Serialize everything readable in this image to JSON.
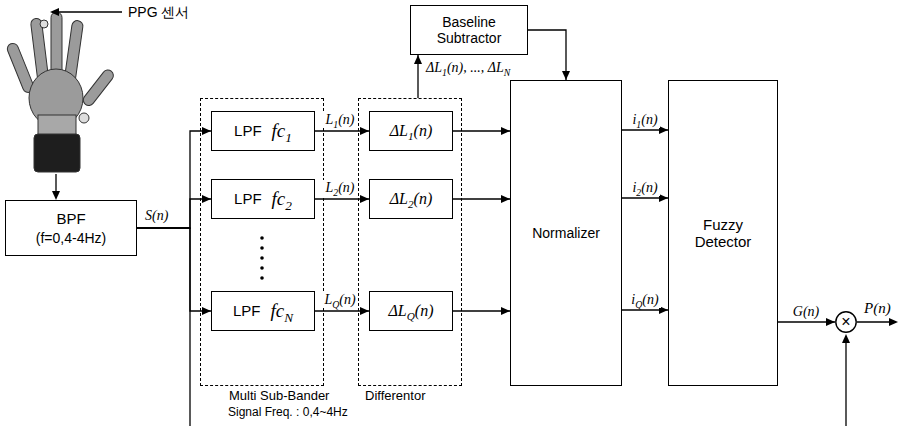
{
  "diagram": {
    "nodes": [
      {
        "text": [
          "BPF",
          "(f=0,4-4Hz)"
        ]
      },
      {
        "text": [
          "Multi Sub-Bander"
        ]
      },
      {
        "text": [
          "LPF",
          "fc1"
        ],
        "in": 1
      },
      {
        "text": [
          "LPF",
          "fc2"
        ],
        "in": 1
      },
      {
        "text": [
          "LPF",
          "fcN"
        ],
        "in": 1
      },
      {
        "text": [
          "Baseline Subtractor"
        ]
      },
      {
        "text": [
          "Differentor"
        ]
      },
      {
        "text": [
          "ΔL1(n)"
        ],
        "in": 6
      },
      {
        "text": [
          "ΔL2(n)"
        ],
        "in": 6
      },
      {
        "text": [
          "ΔLQ(n)"
        ],
        "in": 6
      },
      {
        "text": [
          "Normalizer"
        ]
      },
      {
        "text": [
          "Fuzzy Detector"
        ]
      },
      {
        "text": [
          "×"
        ]
      }
    ],
    "edges": [
      {
        "from": 0,
        "to": 2,
        "arrow": "to"
      },
      {
        "from": 0,
        "to": 3,
        "arrow": "to"
      },
      {
        "from": 0,
        "to": 4,
        "arrow": "to"
      },
      {
        "from": 2,
        "to": 7,
        "arrow": "to",
        "label": "L1(n)"
      },
      {
        "from": 3,
        "to": 8,
        "arrow": "to",
        "label": "L2(n)"
      },
      {
        "from": 4,
        "to": 9,
        "arrow": "to",
        "label": "LQ(n)"
      },
      {
        "from": 6,
        "to": 5,
        "arrow": "to",
        "label": "ΔL1(n), ..., ΔLN"
      },
      {
        "from": 5,
        "to": 10,
        "arrow": "to"
      },
      {
        "from": 7,
        "to": 10,
        "arrow": "to"
      },
      {
        "from": 8,
        "to": 10,
        "arrow": "to"
      },
      {
        "from": 9,
        "to": 10,
        "arrow": "to"
      },
      {
        "from": 10,
        "to": 11,
        "arrow": "to",
        "label": "i1(n)"
      },
      {
        "from": 10,
        "to": 11,
        "arrow": "to",
        "label": "i2(n)"
      },
      {
        "from": 10,
        "to": 11,
        "arrow": "to",
        "label": "iQ(n)"
      },
      {
        "from": 11,
        "to": 12,
        "arrow": "to",
        "label": "G(n)"
      }
    ],
    "labels": [
      "PPG 센서",
      "S(n)",
      "Signal Freq. : 0,4~4Hz",
      "P(n)"
    ]
  }
}
